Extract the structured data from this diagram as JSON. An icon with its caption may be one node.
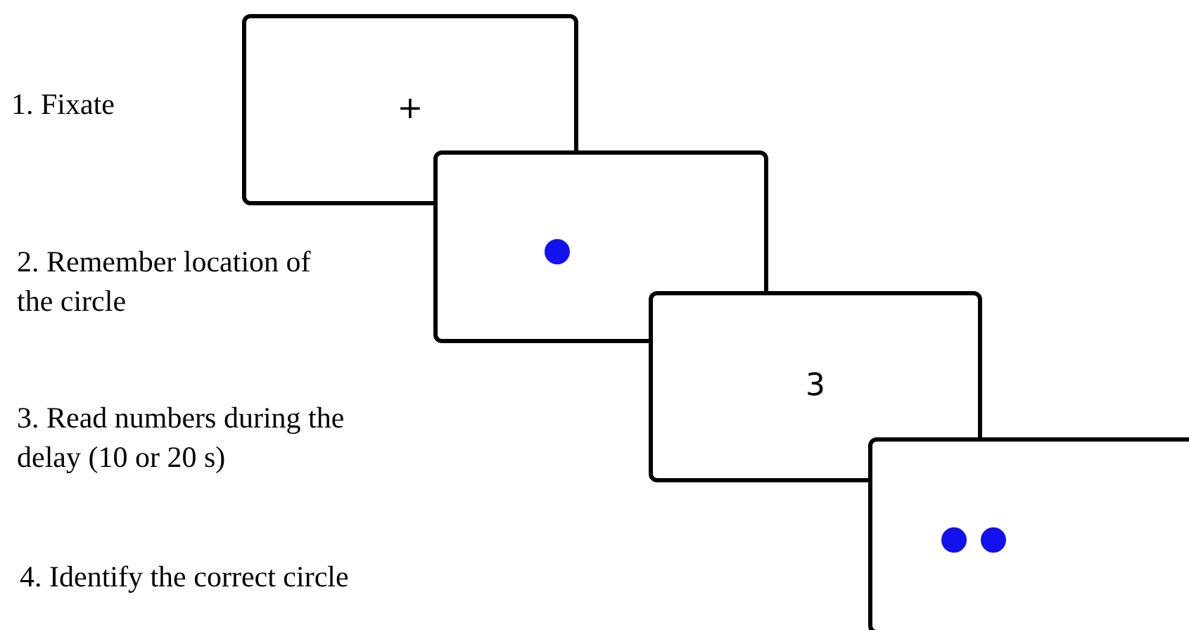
{
  "diagram": {
    "nodes": [
      {
        "text": [
          "+"
        ]
      },
      {
        "text": [],
        "shape": "box"
      },
      {
        "text": [
          "3"
        ]
      },
      {
        "text": [],
        "shape": "box"
      }
    ],
    "labels": [
      "1. Fixate",
      "2. Remember location of the circle",
      "3. Read numbers during the delay (10 or 20 s)",
      "4. Identify the correct circle"
    ]
  }
}
